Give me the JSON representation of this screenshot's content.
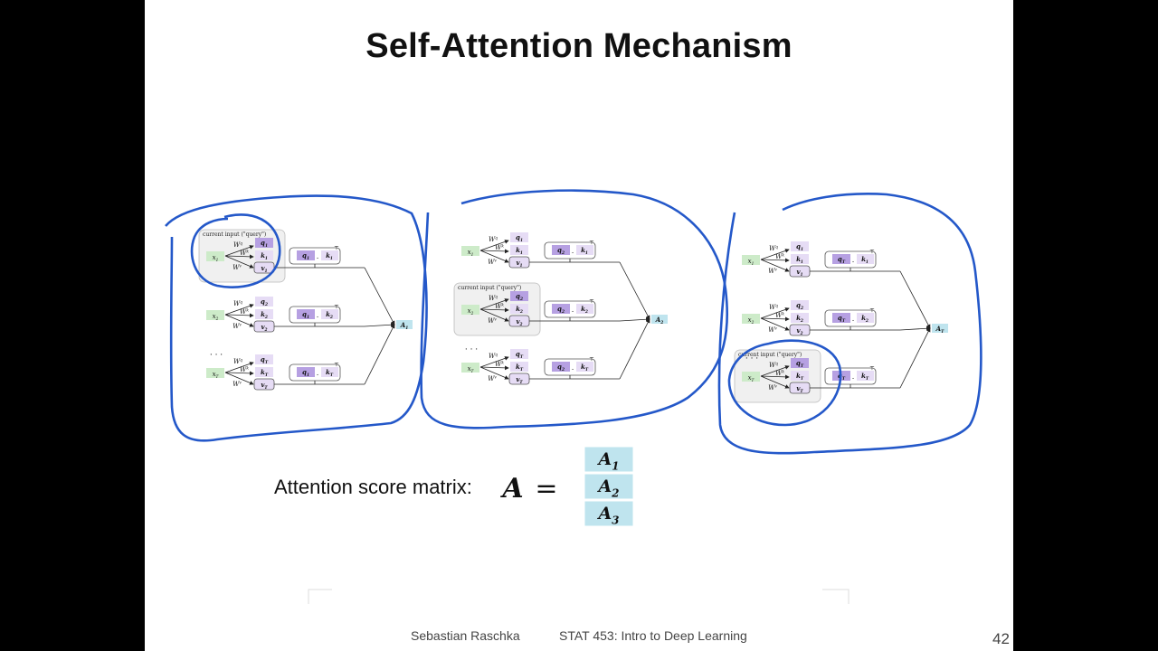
{
  "slide": {
    "title": "Self-Attention Mechanism",
    "equation_label": "Attention score matrix:",
    "equation_lhs": "A",
    "equation_eq": "=",
    "matrix_rows": [
      {
        "base": "A",
        "sub": "1"
      },
      {
        "base": "A",
        "sub": "2"
      },
      {
        "base": "A",
        "sub": "3"
      }
    ],
    "footer_author": "Sebastian Raschka",
    "footer_course": "STAT 453: Intro to Deep Learning",
    "page_number": "42"
  },
  "diagram": {
    "current_input_label": "current input (\"query\")",
    "ellipsis": "· · ·",
    "transpose": "⊤",
    "dot": ".",
    "weights": {
      "q": "Wq",
      "k": "Wk",
      "v": "Wv"
    },
    "inputs": [
      {
        "base": "x",
        "sub": "1"
      },
      {
        "base": "x",
        "sub": "2"
      },
      {
        "base": "x",
        "sub": "T"
      }
    ],
    "queries": [
      {
        "base": "q",
        "sub": "1"
      },
      {
        "base": "q",
        "sub": "2"
      },
      {
        "base": "q",
        "sub": "T"
      }
    ],
    "keys": [
      {
        "base": "k",
        "sub": "1"
      },
      {
        "base": "k",
        "sub": "2"
      },
      {
        "base": "k",
        "sub": "T"
      }
    ],
    "values": [
      {
        "base": "v",
        "sub": "1"
      },
      {
        "base": "v",
        "sub": "2"
      },
      {
        "base": "v",
        "sub": "T"
      }
    ],
    "outputs": [
      {
        "base": "A",
        "sub": "1"
      },
      {
        "base": "A",
        "sub": "2"
      },
      {
        "base": "A",
        "sub": "T"
      }
    ],
    "panels": [
      {
        "query_row": 0
      },
      {
        "query_row": 1
      },
      {
        "query_row": 2
      }
    ]
  },
  "colors": {
    "green": "#cdebc9",
    "purple_light": "#e6dcf5",
    "purple_dark": "#b6a0e2",
    "teal": "#bfe4ee",
    "ink": "#2458c9",
    "query_box": "#f0f0f0"
  }
}
